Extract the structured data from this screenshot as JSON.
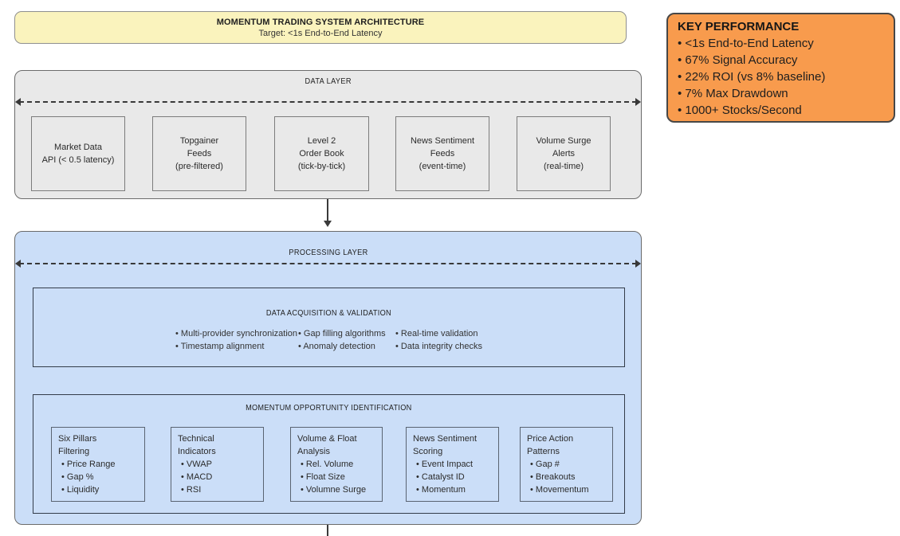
{
  "colors": {
    "title_fill": "#FAF3BD",
    "kpi_fill": "#F89B4D",
    "kpi_border": "#474747",
    "data_layer_fill": "#E9E9E9",
    "processing_layer_fill": "#CBDEF8",
    "line": "#3A3A3A"
  },
  "title_box": {
    "title": "MOMENTUM TRADING SYSTEM ARCHITECTURE",
    "subtitle": "Target: <1s End-to-End Latency"
  },
  "kpi_box": {
    "title": "KEY PERFORMANCE",
    "items": [
      "<1s End-to-End Latency",
      "67% Signal Accuracy",
      "22% ROI (vs 8% baseline)",
      "7% Max Drawdown",
      "1000+ Stocks/Second"
    ]
  },
  "data_layer": {
    "label": "DATA LAYER",
    "nodes": [
      {
        "lines": [
          "Market Data",
          "API (< 0.5 latency)"
        ]
      },
      {
        "lines": [
          "Topgainer",
          "Feeds",
          "(pre-filtered)"
        ]
      },
      {
        "lines": [
          "Level 2",
          "Order Book",
          "(tick-by-tick)"
        ]
      },
      {
        "lines": [
          "News Sentiment",
          "Feeds",
          "(event-time)"
        ]
      },
      {
        "lines": [
          "Volume Surge",
          "Alerts",
          "(real-time)"
        ]
      }
    ]
  },
  "processing_layer": {
    "label": "PROCESSING LAYER",
    "acquisition": {
      "title": "DATA ACQUISITION & VALIDATION",
      "columns": [
        [
          "Multi-provider synchronization",
          "Timestamp alignment"
        ],
        [
          "Gap filling algorithms",
          "Anomaly detection"
        ],
        [
          "Real-time validation",
          "Data integrity checks"
        ]
      ]
    },
    "momentum": {
      "title": "MOMENTUM OPPORTUNITY IDENTIFICATION",
      "nodes": [
        {
          "title_lines": [
            "Six Pillars",
            "Filtering"
          ],
          "bullets": [
            "Price Range",
            "Gap %",
            "Liquidity"
          ]
        },
        {
          "title_lines": [
            "Technical",
            "Indicators"
          ],
          "bullets": [
            "VWAP",
            "MACD",
            "RSI"
          ]
        },
        {
          "title_lines": [
            "Volume & Float",
            "Analysis"
          ],
          "bullets": [
            "Rel. Volume",
            "Float Size",
            "Volumne Surge"
          ]
        },
        {
          "title_lines": [
            "News Sentiment",
            "Scoring"
          ],
          "bullets": [
            "Event Impact",
            "Catalyst ID",
            "Momentum"
          ]
        },
        {
          "title_lines": [
            "Price Action",
            "Patterns"
          ],
          "bullets": [
            "Gap #",
            "Breakouts",
            "Movementum"
          ]
        }
      ]
    }
  }
}
